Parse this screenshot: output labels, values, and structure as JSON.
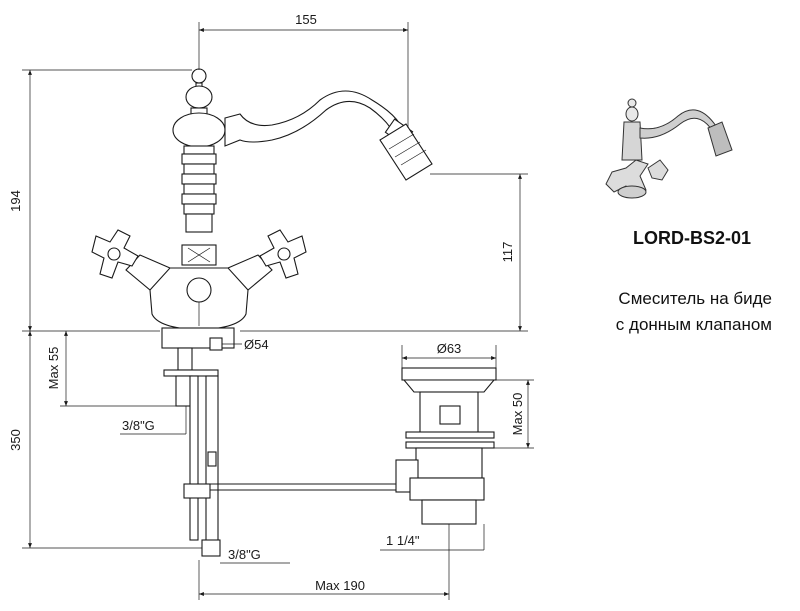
{
  "product": {
    "model": "LORD-BS2-01",
    "description_line1": "Смеситель на биде",
    "description_line2": "с донным клапаном"
  },
  "dimensions": {
    "spout_reach": "155",
    "total_height": "194",
    "spout_height": "117",
    "base_diameter": "Ø54",
    "max_thickness": "Max 55",
    "connection_top": "3/8\"G",
    "connection_bottom": "3/8\"G",
    "hose_length": "350",
    "drain_diameter": "Ø63",
    "drain_max_height": "Max 50",
    "drain_thread": "1 1/4\"",
    "rod_max_length": "Max 190"
  }
}
